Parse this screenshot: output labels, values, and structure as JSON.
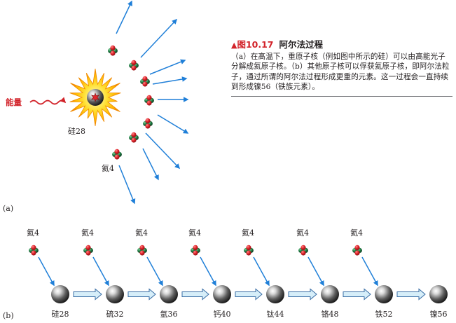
{
  "colors": {
    "red": "#d2232a",
    "arrow": "#1f7fd8",
    "chain_arrow_fill": "#d6eef9",
    "chain_arrow_stroke": "#3a6ea5",
    "proton": "#d1242b",
    "neutron": "#1d6b3a"
  },
  "icons": [
    "wavy-energy-arrow",
    "explosion-starburst",
    "alpha-particle",
    "sphere-nucleus",
    "block-arrow"
  ],
  "caption": {
    "marker": "▲",
    "figure": "图10.17",
    "title": "阿尔法过程",
    "body": "（a）在高温下，重原子核（例如图中所示的硅）可以由高能光子分解成氦原子核。（b）其他原子核可以俘获氦原子核，即阿尔法粒子，通过所谓的阿尔法过程形成更重的元素。这一过程会一直持续到形成镍56（铁族元素）。"
  },
  "panel_a": {
    "label": "(a)",
    "energy_label": "能量",
    "silicon_label": "硅28",
    "helium_label": "氦4"
  },
  "panel_b": {
    "label": "(b)",
    "helium_label": "氦4",
    "nuclei": [
      "硅28",
      "硫32",
      "氩36",
      "钙40",
      "钛44",
      "铬48",
      "铁52",
      "镍56"
    ]
  }
}
